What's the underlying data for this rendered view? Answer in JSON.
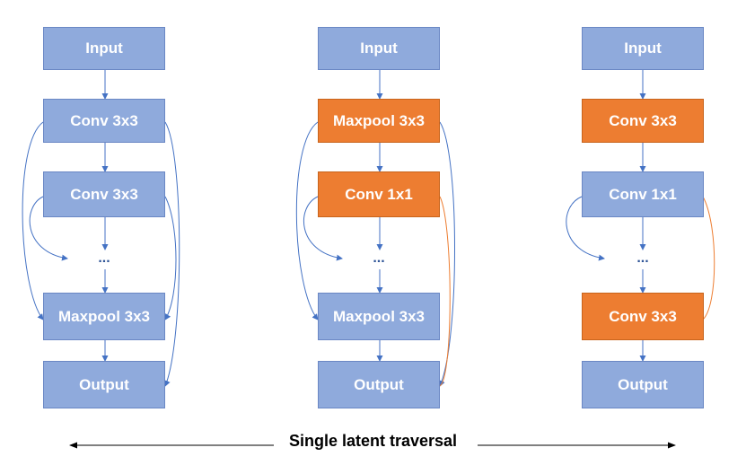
{
  "columns": [
    {
      "id": "col1",
      "nodes": [
        {
          "label": "Input",
          "style": "blue"
        },
        {
          "label": "Conv 3x3",
          "style": "blue"
        },
        {
          "label": "Conv 3x3",
          "style": "blue"
        },
        {
          "label": "...",
          "style": "dots"
        },
        {
          "label": "Maxpool 3x3",
          "style": "blue"
        },
        {
          "label": "Output",
          "style": "blue"
        }
      ]
    },
    {
      "id": "col2",
      "nodes": [
        {
          "label": "Input",
          "style": "blue"
        },
        {
          "label": "Maxpool 3x3",
          "style": "orange"
        },
        {
          "label": "Conv 1x1",
          "style": "orange"
        },
        {
          "label": "...",
          "style": "dots"
        },
        {
          "label": "Maxpool 3x3",
          "style": "blue"
        },
        {
          "label": "Output",
          "style": "blue"
        }
      ]
    },
    {
      "id": "col3",
      "nodes": [
        {
          "label": "Input",
          "style": "blue"
        },
        {
          "label": "Conv 3x3",
          "style": "orange"
        },
        {
          "label": "Conv 1x1",
          "style": "blue"
        },
        {
          "label": "...",
          "style": "dots"
        },
        {
          "label": "Conv 3x3",
          "style": "orange"
        },
        {
          "label": "Output",
          "style": "blue"
        }
      ]
    }
  ],
  "caption": "Single latent traversal",
  "colors": {
    "blue_node": "#8faadc",
    "orange_node": "#ed7d31",
    "edge_blue": "#4472c4",
    "edge_orange": "#ed7d31"
  }
}
